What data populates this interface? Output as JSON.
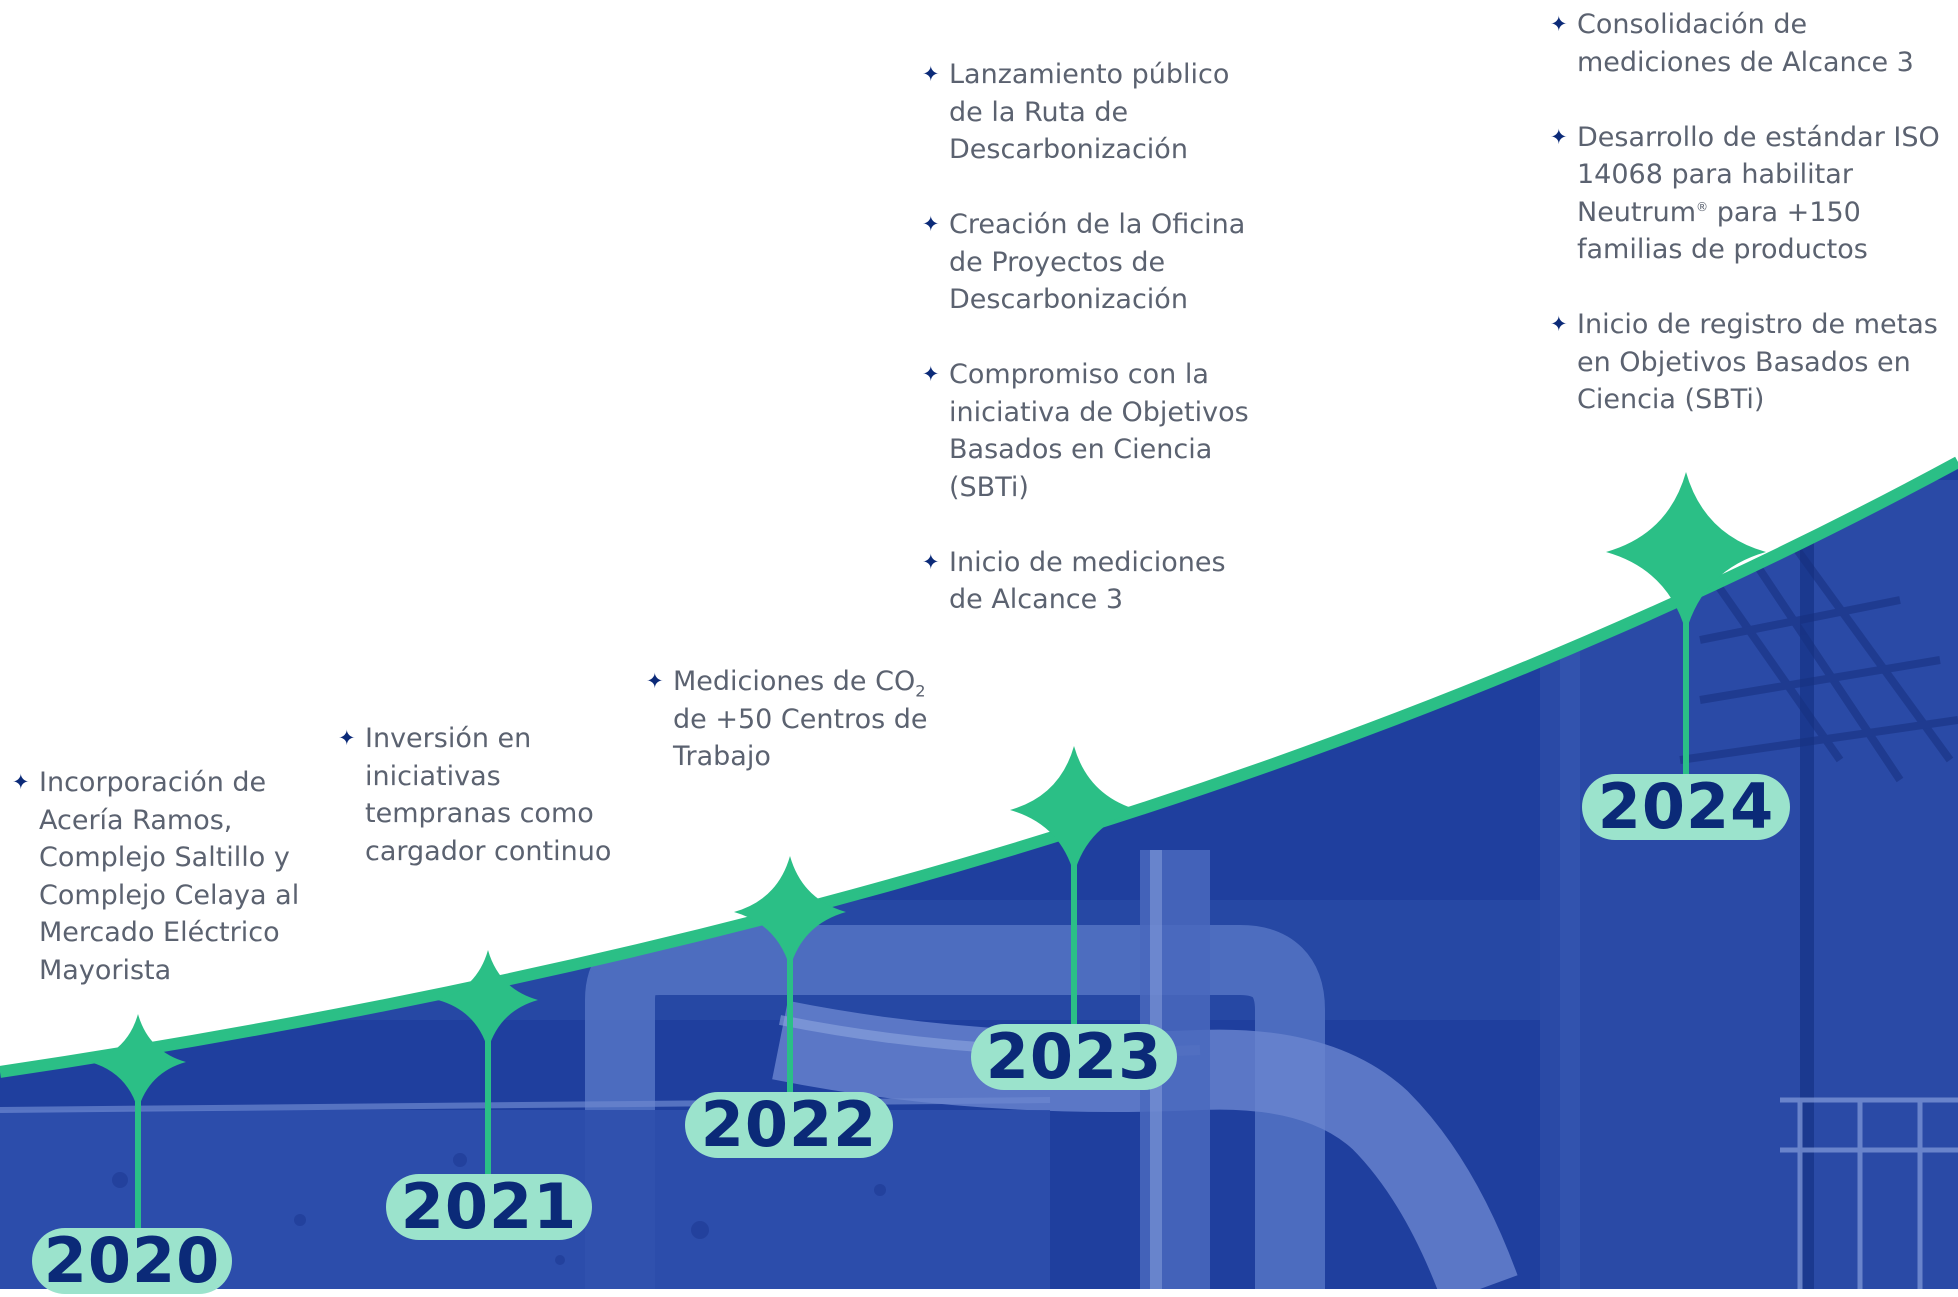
{
  "colors": {
    "accent_green": "#2bbf86",
    "pill_bg": "#9be3cc",
    "navy": "#0b2a78",
    "photo_blue": "#1f3f9e",
    "text_gray": "#5b6270"
  },
  "icons": {
    "bullet": "four-point-star-icon",
    "milestone": "four-point-star-icon"
  },
  "milestones": [
    {
      "year": "2020",
      "items": [
        {
          "text": "Incorporación de Acería Ramos, Complejo Saltillo y Complejo Celaya al Mercado Eléctrico Mayorista"
        }
      ]
    },
    {
      "year": "2021",
      "items": [
        {
          "text": "Inversión en iniciativas tempranas como cargador continuo"
        }
      ]
    },
    {
      "year": "2022",
      "items": [
        {
          "text_prefix": "Mediciones de CO",
          "text_sub": "2",
          "text_suffix": " de +50 Centros de Trabajo"
        }
      ]
    },
    {
      "year": "2023",
      "items": [
        {
          "text": "Lanzamiento público de la Ruta de Descarbonización"
        },
        {
          "text": "Creación de la Oficina de Proyectos de Descarbonización"
        },
        {
          "text": "Compromiso con la iniciativa de Objetivos Basados en Ciencia (SBTi)"
        },
        {
          "text": "Inicio de mediciones de Alcance 3"
        }
      ]
    },
    {
      "year": "2024",
      "items": [
        {
          "text": "Consolidación de mediciones de Alcance 3"
        },
        {
          "text_prefix": "Desarrollo de estándar ISO 14068 para habilitar Neutrum",
          "text_sup": "®",
          "text_suffix": " para +150 familias de productos"
        },
        {
          "text": "Inicio de registro de metas en Objetivos Basados en Ciencia (SBTi)"
        }
      ]
    }
  ]
}
